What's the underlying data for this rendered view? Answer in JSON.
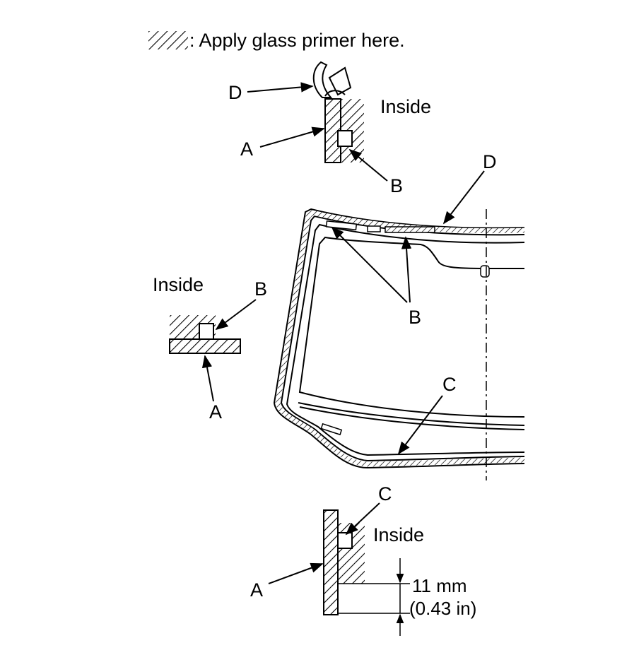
{
  "legend": {
    "text": ": Apply glass primer here."
  },
  "labels": {
    "A": "A",
    "B": "B",
    "C": "C",
    "D": "D",
    "inside": "Inside"
  },
  "dimension": {
    "metric": "11 mm",
    "imperial": "(0.43 in)"
  }
}
